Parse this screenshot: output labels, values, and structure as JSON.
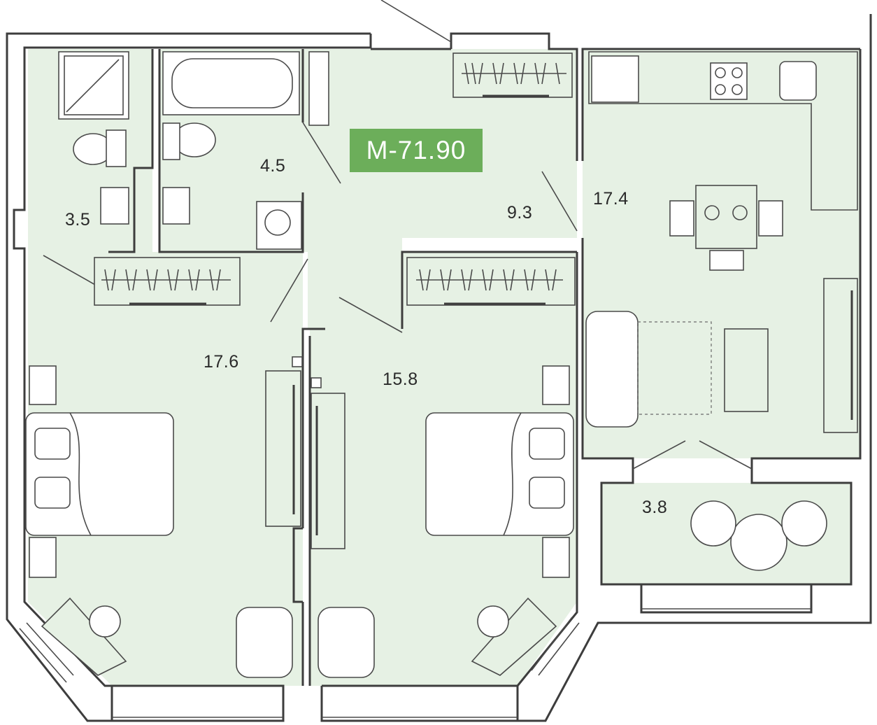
{
  "plan": {
    "apartment_code": "M-71.90",
    "accent_color": "#6cae5a",
    "room_fill_color": "#e6f1e4",
    "rooms": [
      {
        "id": "wc",
        "area": "3.5"
      },
      {
        "id": "bathroom",
        "area": "4.5"
      },
      {
        "id": "hall",
        "area": "9.3"
      },
      {
        "id": "kitchen-living",
        "area": "17.4"
      },
      {
        "id": "bedroom-left",
        "area": "17.6"
      },
      {
        "id": "bedroom-right",
        "area": "15.8"
      },
      {
        "id": "balcony",
        "area": "3.8"
      }
    ]
  }
}
